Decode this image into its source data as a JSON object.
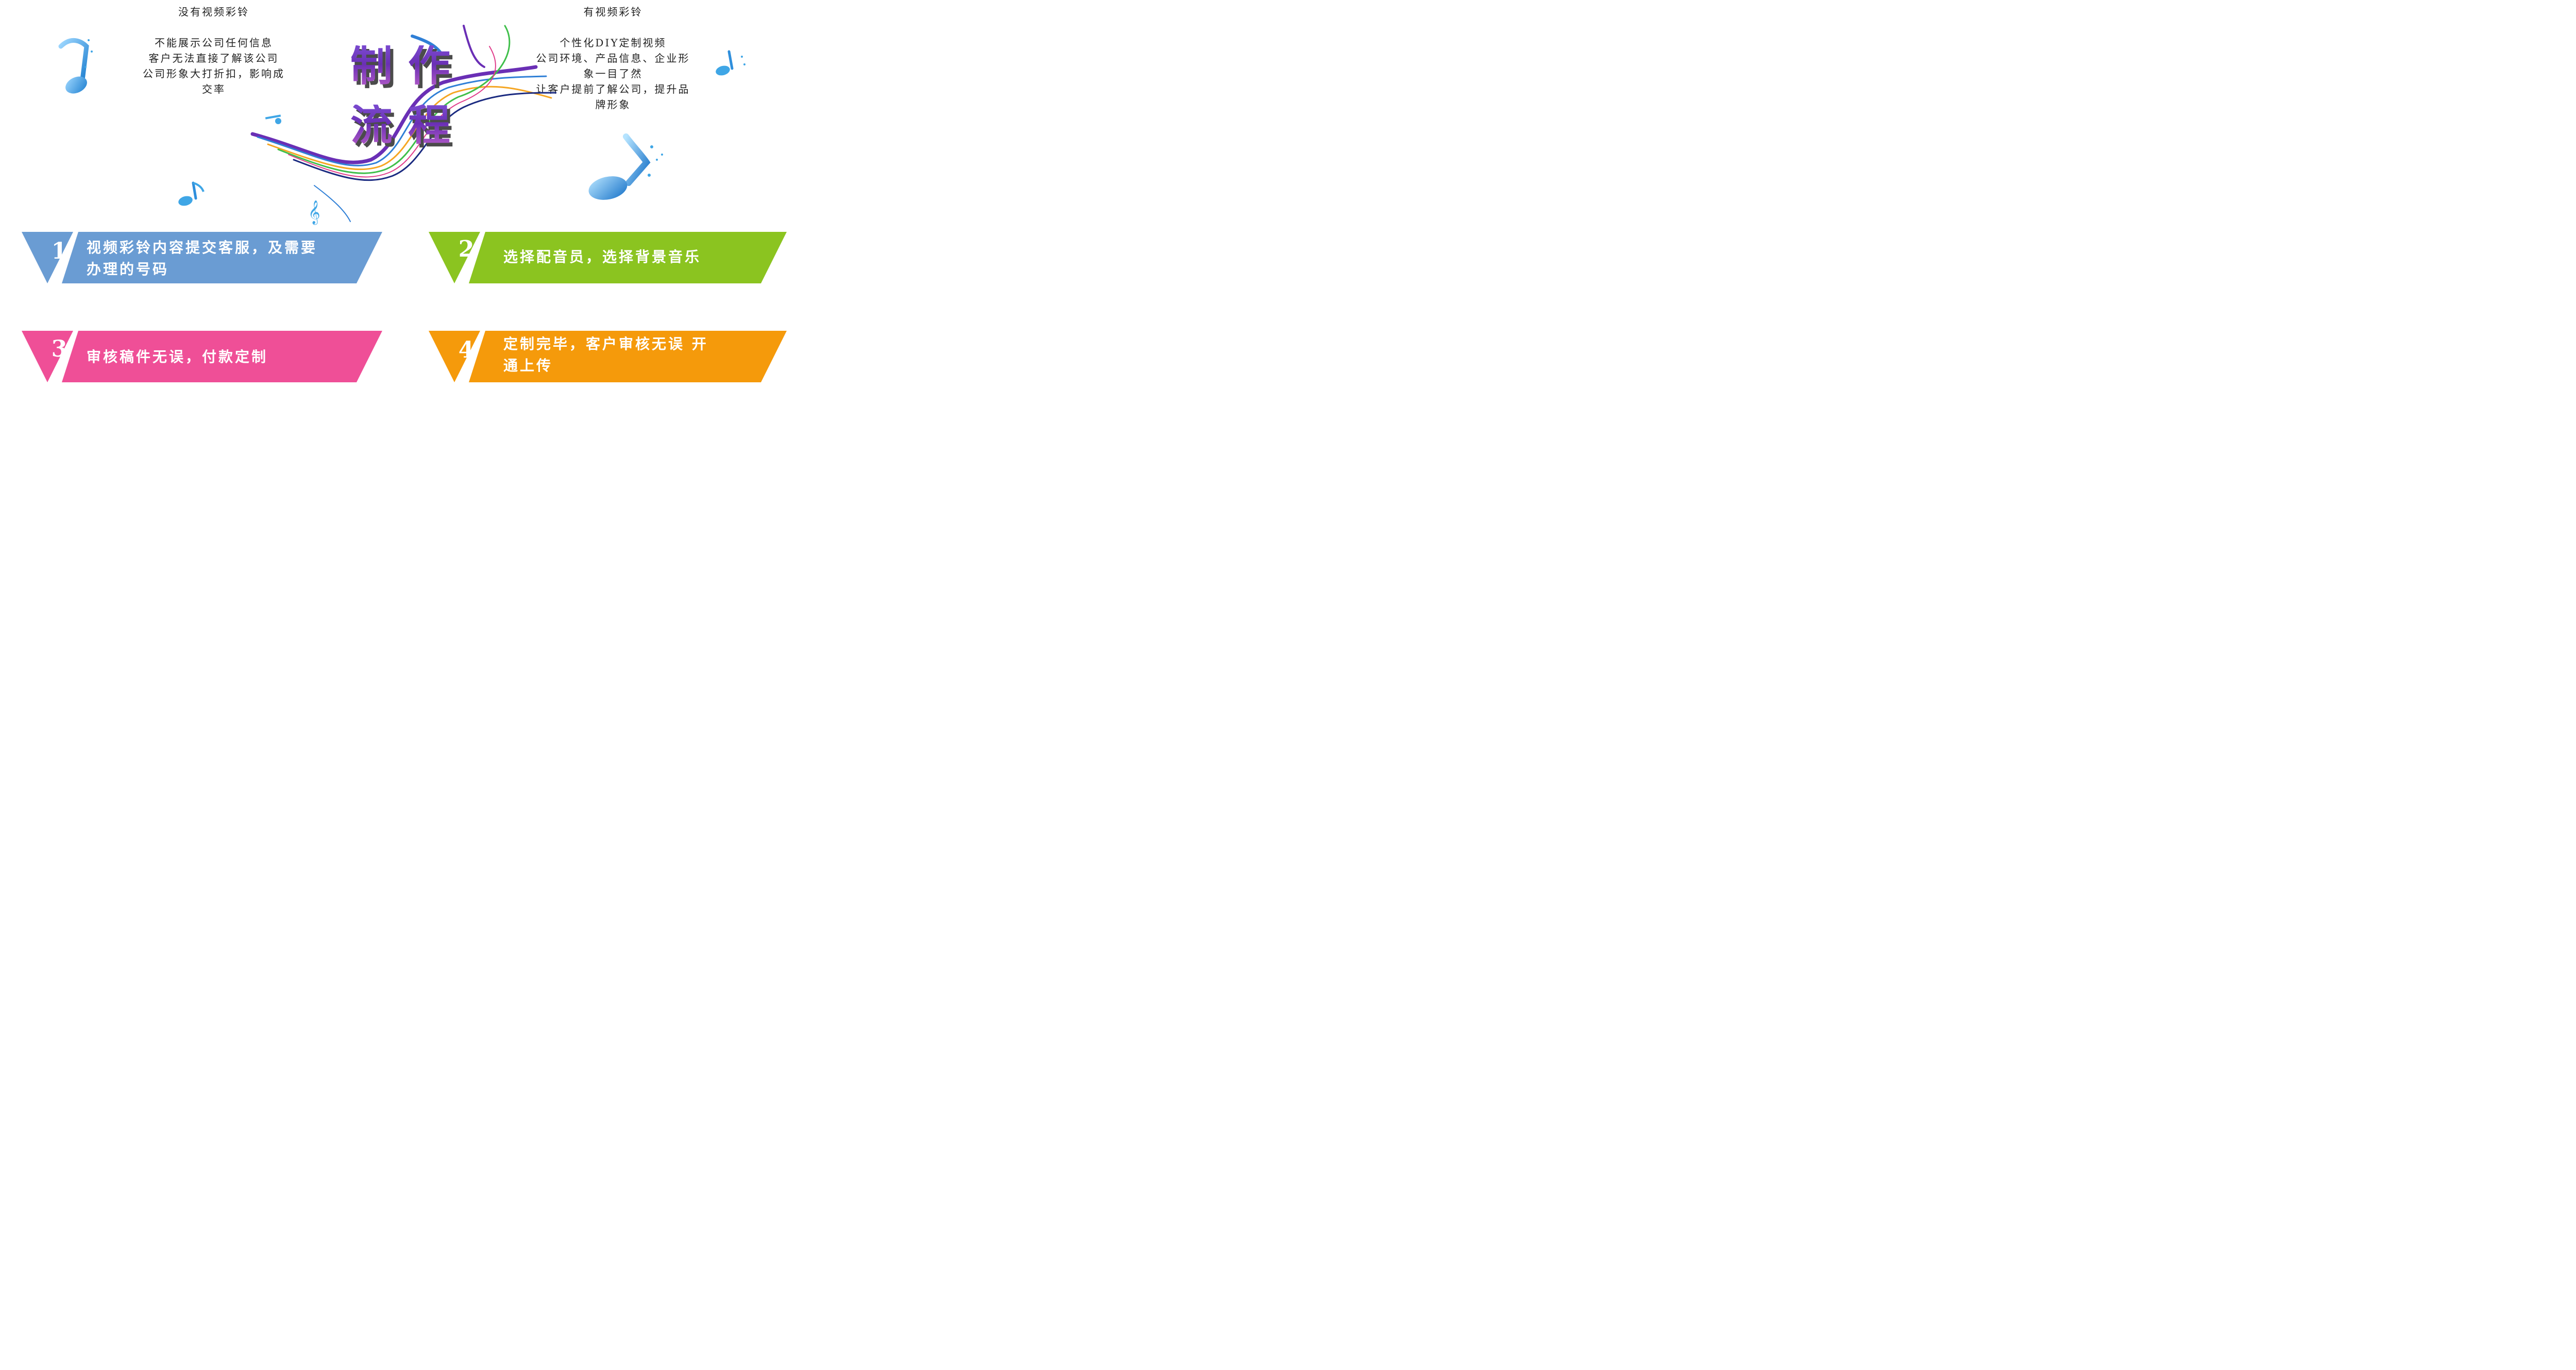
{
  "left_column": {
    "heading": "没有视频彩铃",
    "lines": [
      "不能展示公司任何信息",
      "客户无法直接了解该公司",
      "公司形象大打折扣，影响成",
      "交率"
    ]
  },
  "right_column": {
    "heading": "有视频彩铃",
    "lines": [
      "个性化DIY定制视频",
      "公司环境、产品信息、企业形",
      "象一目了然",
      "让客户提前了解公司，提升品",
      "牌形象"
    ]
  },
  "title": {
    "line1_a": "制",
    "line1_b": "作",
    "line2_a": "流",
    "line2_b": "程"
  },
  "steps": [
    {
      "number": "1",
      "text_line1": "视频彩铃内容提交客服，及需要",
      "text_line2": "办理的号码",
      "color": "#6a9cd3"
    },
    {
      "number": "2",
      "text_line1": "选择配音员，选择背景音乐",
      "text_line2": "",
      "color": "#8bc420"
    },
    {
      "number": "3",
      "text_line1": "审核稿件无误，付款定制",
      "text_line2": "",
      "color": "#ef4f97"
    },
    {
      "number": "4",
      "text_line1": "定制完毕，客户审核无误 开",
      "text_line2": "通上传",
      "color": "#f59a0b"
    }
  ],
  "decor": {
    "music_note_color": "#3fa6e6",
    "ribbon_colors": [
      "#6a2fb5",
      "#2f7fd6",
      "#f5a623",
      "#3fbf4a",
      "#e03c8a",
      "#1a2a80"
    ]
  }
}
